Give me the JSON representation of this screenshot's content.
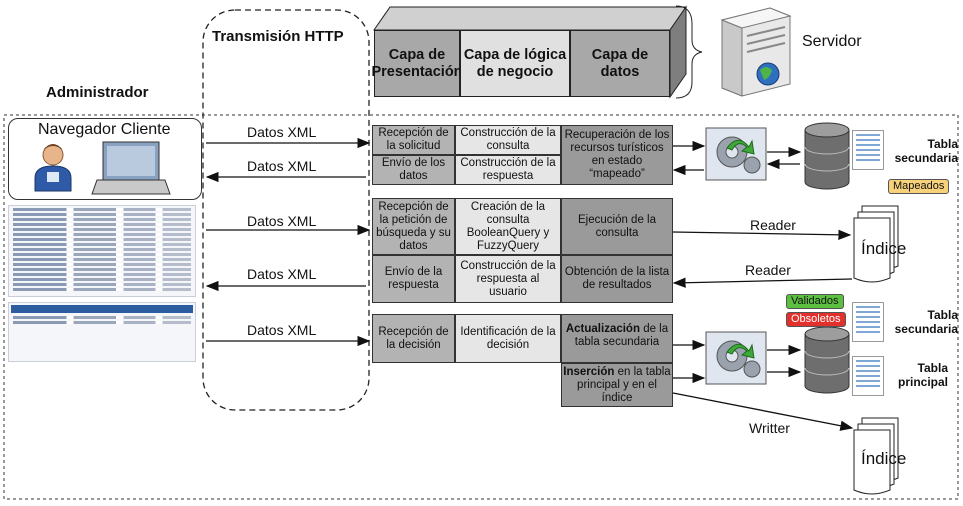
{
  "labels": {
    "http": "Transmisión HTTP",
    "admin": "Administrador",
    "browser": "Navegador Cliente",
    "server": "Servidor"
  },
  "tiers": {
    "presentation": "Capa de Presentación",
    "business": "Capa de lógica de negocio",
    "data": "Capa de datos"
  },
  "arrows": {
    "xml1": "Datos XML",
    "xml2": "Datos XML",
    "xml3": "Datos XML",
    "xml4": "Datos XML",
    "xml5": "Datos XML",
    "reader1": "Reader",
    "reader2": "Reader",
    "writer": "Writter"
  },
  "grid1": {
    "r1": [
      "Recepción de la solicitud",
      "Construcción de la consulta",
      "Recuperación de los recursos turísticos en estado “mapeado”"
    ],
    "r2": [
      "Envío de los datos",
      "Construcción de la respuesta"
    ]
  },
  "grid2": {
    "r1": [
      "Recepción de la petición de búsqueda y su datos",
      "Creación de la consulta BooleanQuery y FuzzyQuery",
      "Ejecución de la consulta"
    ],
    "r2": [
      "Envío de la respuesta",
      "Construcción de la respuesta al usuario",
      "Obtención de la lista de resultados"
    ]
  },
  "grid3": {
    "r1": [
      "Recepción de la decisión",
      "Identificación de la decisión"
    ],
    "upd_bold": "Actualización",
    "upd_rest": " de la tabla secundaria",
    "ins_bold": "Inserción",
    "ins_rest": " en la tabla principal y en el índice"
  },
  "data_labels": {
    "tabla_sec1": "Tabla secundaria",
    "mapeados": "Mapeados",
    "indice1": "Índice",
    "validados": "Validados",
    "obsoletos": "Obsoletos",
    "tabla_sec2": "Tabla secundaria",
    "tabla_principal": "Tabla principal",
    "indice2": "Índice"
  },
  "colors": {
    "mapeados": "#f7d27a",
    "validados": "#5bbf3f",
    "obsoletos": "#e2302c"
  }
}
